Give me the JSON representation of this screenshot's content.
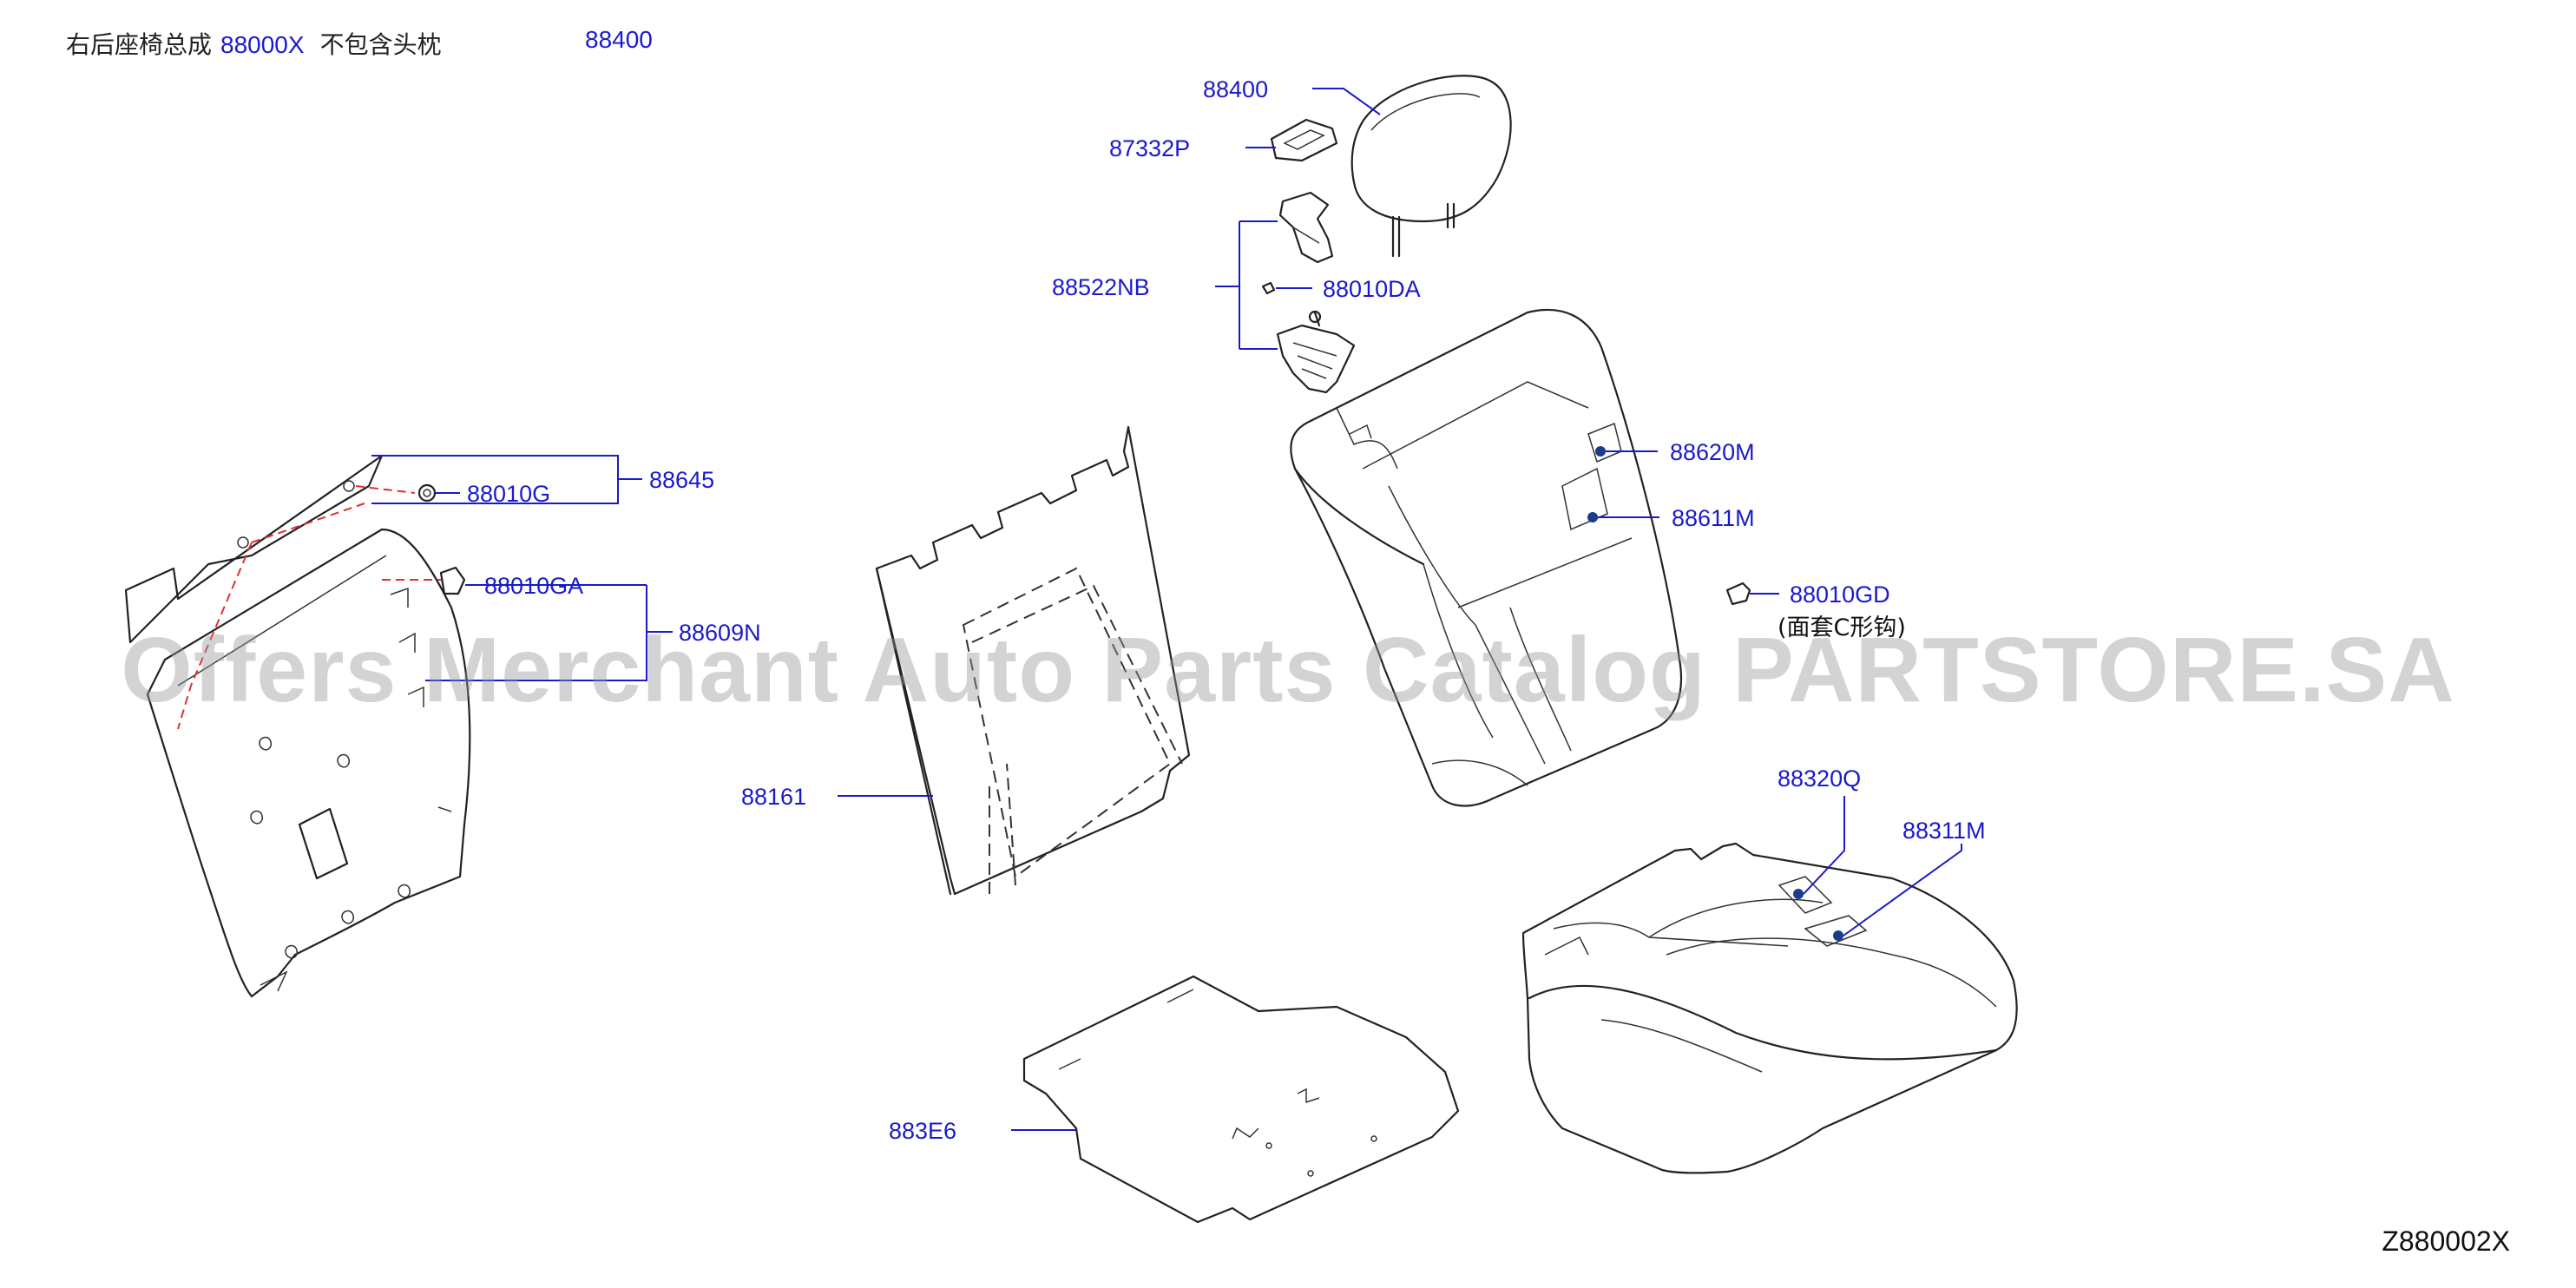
{
  "header": {
    "title_prefix": "右后座椅总成",
    "assembly_code": "88000X",
    "title_note": "不包含头枕",
    "title_ref": "88400"
  },
  "parts": {
    "p88400": "88400",
    "p87332P": "87332P",
    "p88522NB": "88522NB",
    "p88010DA": "88010DA",
    "p88620M": "88620M",
    "p88611M": "88611M",
    "p88645": "88645",
    "p88010G": "88010G",
    "p88010GA": "88010GA",
    "p88609N": "88609N",
    "p88010GD": "88010GD",
    "p88010GD_note": "(面套C形钩)",
    "p88161": "88161",
    "p88320Q": "88320Q",
    "p88311M": "88311M",
    "p883E6": "883E6"
  },
  "footer": {
    "diagram_code": "Z880002X"
  },
  "watermark": "Offers Merchant Auto Parts Catalog PARTSTORE.SA",
  "colors": {
    "callout": "#1a1acc",
    "line": "#222222",
    "red_leader": "#e03030",
    "watermark": "#969696"
  }
}
